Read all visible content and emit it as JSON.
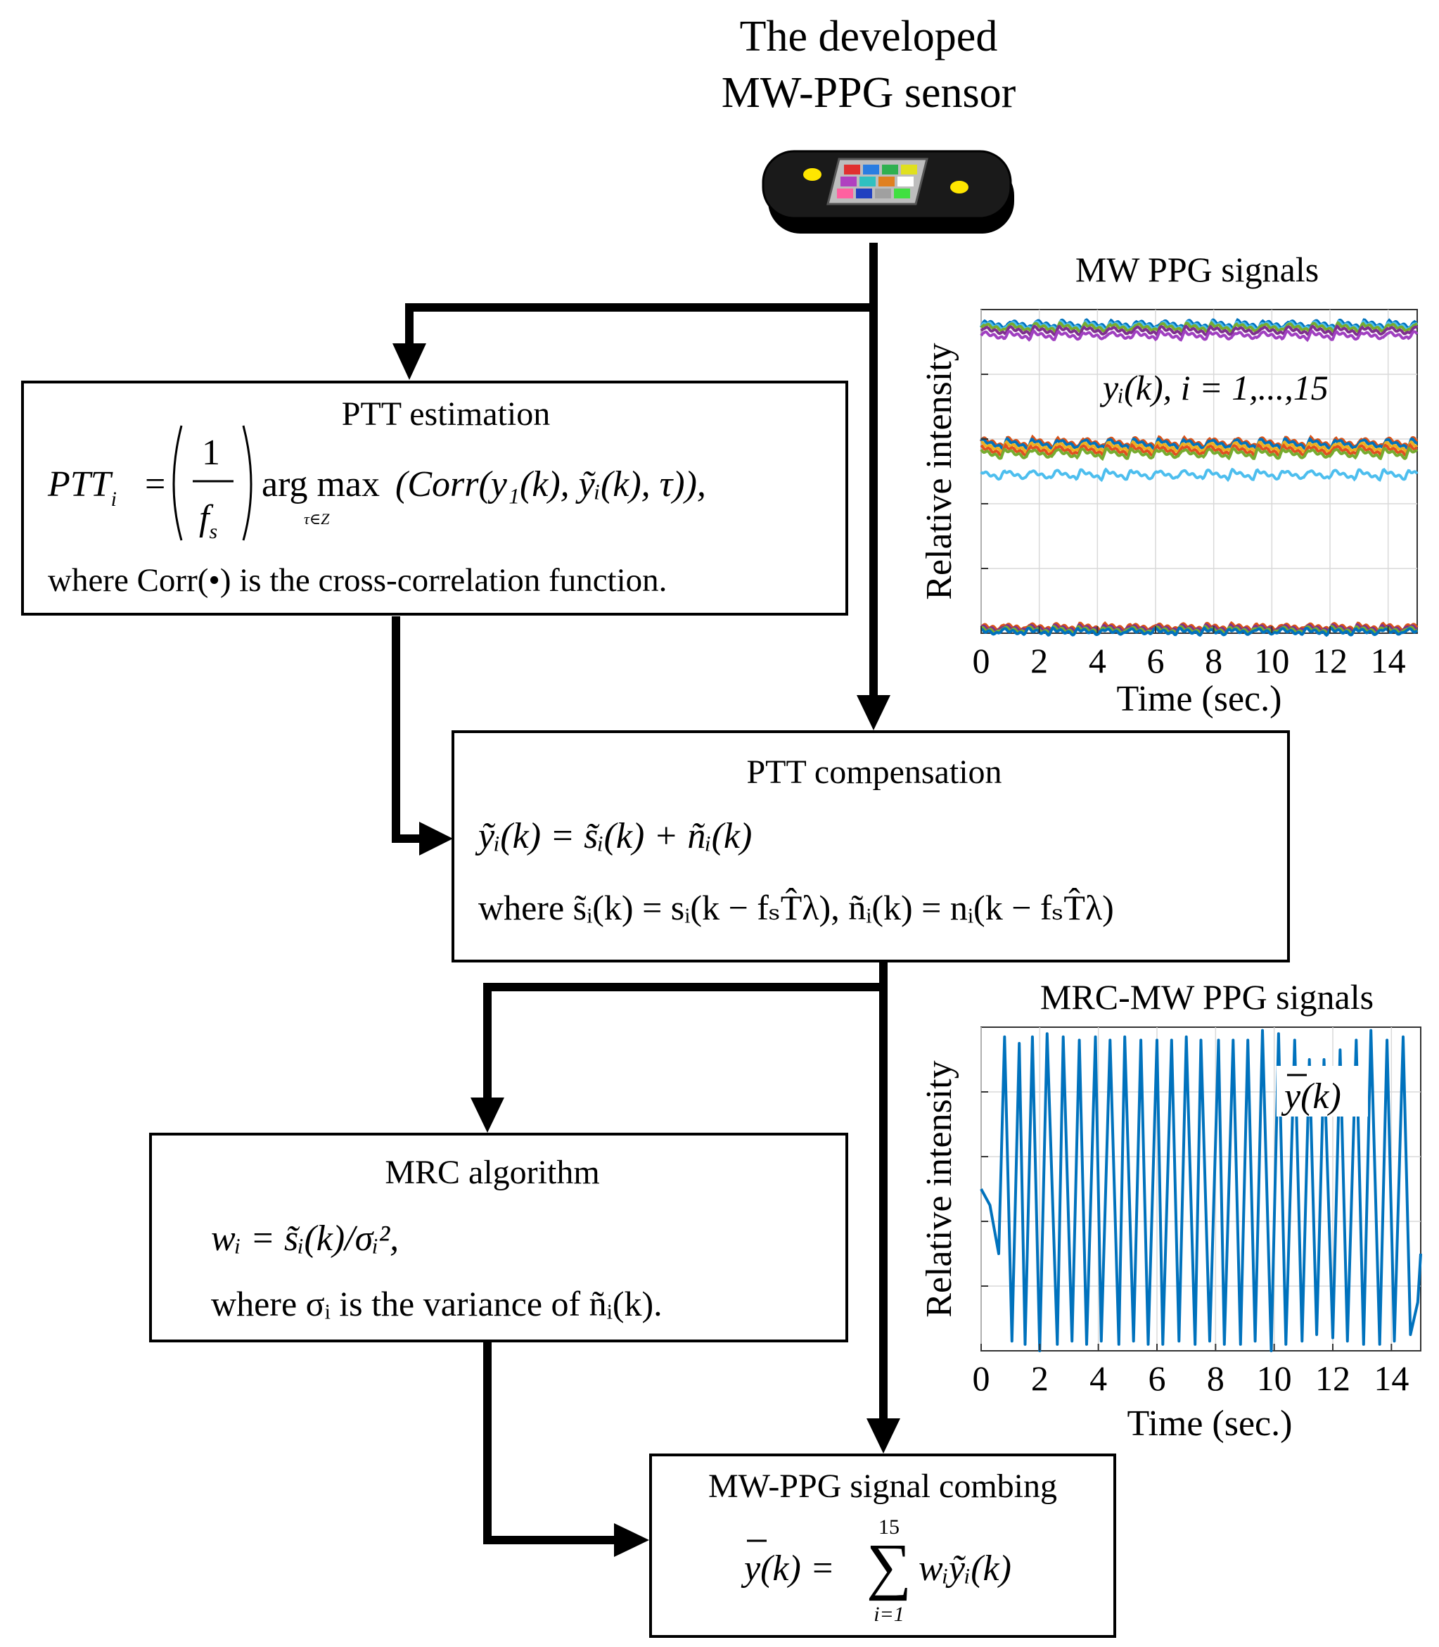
{
  "sensor": {
    "title_line1": "The developed",
    "title_line2": "MW-PPG sensor",
    "body_color": "#111111",
    "led_color": "#ffe600",
    "chip_colors": [
      "#e03030",
      "#2a7de1",
      "#30b050",
      "#e0e020",
      "#b040c0",
      "#30c0c0",
      "#e08020",
      "#ffffff",
      "#ff60a0",
      "#2040c0",
      "#a0a0a0",
      "#40e040"
    ]
  },
  "ptt_estimation": {
    "title": "PTT estimation",
    "eq_lhs": "PTT",
    "eq_lhs_sub": "i",
    "eq_eq": "=",
    "frac_num": "1",
    "frac_den": "f",
    "frac_den_sub": "s",
    "argmax": "arg max",
    "argmax_sub": "τ∈Z",
    "eq_body": "(Corr(y₁(k), ỹᵢ(k), τ)),",
    "note": "where Corr(•) is the cross-correlation function."
  },
  "ptt_compensation": {
    "title": "PTT compensation",
    "eq1": "ỹᵢ(k) = s̃ᵢ(k) + ñᵢ(k)",
    "eq2": "where s̃ᵢ(k) = sᵢ(k − fₛT̂λ), ñᵢ(k) = nᵢ(k − fₛT̂λ)"
  },
  "mrc_algorithm": {
    "title": "MRC algorithm",
    "eq1": "wᵢ = s̃ᵢ(k)/σᵢ²,",
    "eq2": "where σᵢ is the variance of ñᵢ(k)."
  },
  "combining": {
    "title": "MW-PPG signal combing",
    "lhs": "y(k) =",
    "sum_top": "15",
    "sum_bottom": "i=1",
    "rhs": "wᵢỹᵢ(k)"
  },
  "chart_data": [
    {
      "type": "line",
      "title": "MW PPG signals",
      "xlabel": "Time (sec.)",
      "ylabel": "Relative intensity",
      "annotation": "yᵢ(k), i = 1,...,15",
      "xlim": [
        0,
        15
      ],
      "xticks": [
        "0",
        "2",
        "4",
        "6",
        "8",
        "10",
        "12",
        "14"
      ],
      "grid": true,
      "ylim": [
        0,
        1
      ],
      "series_style": "baseline + sawtooth pulse at ~1.15 Hz",
      "series": [
        {
          "baseline": 0.955,
          "amp": 0.02,
          "color": "#0072bd"
        },
        {
          "baseline": 0.95,
          "amp": 0.02,
          "color": "#4dbeee"
        },
        {
          "baseline": 0.945,
          "amp": 0.02,
          "color": "#77ac30"
        },
        {
          "baseline": 0.935,
          "amp": 0.02,
          "color": "#7e2f8e"
        },
        {
          "baseline": 0.92,
          "amp": 0.02,
          "color": "#a040c0"
        },
        {
          "baseline": 0.59,
          "amp": 0.025,
          "color": "#d95319"
        },
        {
          "baseline": 0.585,
          "amp": 0.025,
          "color": "#0072bd"
        },
        {
          "baseline": 0.575,
          "amp": 0.025,
          "color": "#edb120"
        },
        {
          "baseline": 0.565,
          "amp": 0.025,
          "color": "#e05020"
        },
        {
          "baseline": 0.555,
          "amp": 0.025,
          "color": "#77ac30"
        },
        {
          "baseline": 0.49,
          "amp": 0.025,
          "color": "#4dbeee"
        },
        {
          "baseline": 0.02,
          "amp": 0.015,
          "color": "#d95319"
        },
        {
          "baseline": 0.015,
          "amp": 0.015,
          "color": "#7e2f8e"
        },
        {
          "baseline": 0.01,
          "amp": 0.015,
          "color": "#77ac30"
        },
        {
          "baseline": 0.005,
          "amp": 0.015,
          "color": "#0072bd"
        }
      ]
    },
    {
      "type": "line",
      "title": "MRC-MW PPG signals",
      "xlabel": "Time (sec.)",
      "ylabel": "Relative intensity",
      "annotation": "y(k)",
      "xlim": [
        0,
        15
      ],
      "xticks": [
        "0",
        "2",
        "4",
        "6",
        "8",
        "10",
        "12",
        "14"
      ],
      "grid": true,
      "ylim": [
        0,
        1
      ],
      "color": "#0072bd",
      "x": [
        0,
        0.3,
        0.6,
        0.8,
        1.05,
        1.3,
        1.5,
        1.75,
        2.0,
        2.25,
        2.6,
        2.8,
        3.1,
        3.35,
        3.6,
        3.9,
        4.1,
        4.4,
        4.7,
        4.9,
        5.2,
        5.45,
        5.7,
        6.0,
        6.2,
        6.5,
        6.75,
        7.0,
        7.3,
        7.5,
        7.8,
        8.1,
        8.3,
        8.6,
        8.85,
        9.1,
        9.35,
        9.6,
        9.9,
        10.15,
        10.4,
        10.7,
        10.95,
        11.2,
        11.45,
        11.7,
        12.0,
        12.25,
        12.5,
        12.8,
        13.05,
        13.3,
        13.6,
        13.85,
        14.1,
        14.4,
        14.65,
        14.9,
        15.0
      ],
      "y": [
        0.5,
        0.45,
        0.3,
        0.97,
        0.03,
        0.95,
        0.02,
        0.97,
        0.0,
        0.98,
        0.02,
        0.97,
        0.03,
        0.96,
        0.02,
        0.97,
        0.03,
        0.96,
        0.02,
        0.97,
        0.03,
        0.96,
        0.02,
        0.96,
        0.02,
        0.96,
        0.03,
        0.97,
        0.02,
        0.96,
        0.03,
        0.96,
        0.02,
        0.96,
        0.02,
        0.96,
        0.03,
        0.99,
        0.0,
        0.98,
        0.02,
        0.96,
        0.03,
        0.9,
        0.05,
        0.9,
        0.04,
        0.93,
        0.03,
        0.96,
        0.02,
        0.99,
        0.02,
        0.96,
        0.03,
        0.97,
        0.05,
        0.15,
        0.3
      ]
    }
  ]
}
